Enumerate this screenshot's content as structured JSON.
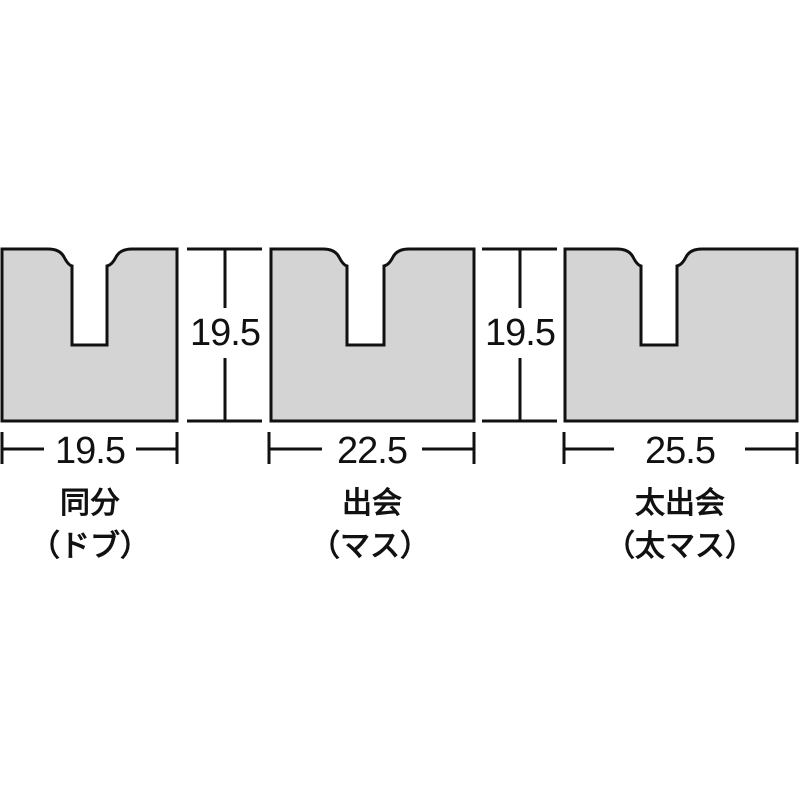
{
  "colors": {
    "fill": "#d4d4d4",
    "stroke": "#111111",
    "background": "#ffffff"
  },
  "blocks": [
    {
      "width_label": "19.5",
      "name": "同分",
      "alias": "（ドブ）"
    },
    {
      "width_label": "22.5",
      "name": "出会",
      "alias": "（マス）"
    },
    {
      "width_label": "25.5",
      "name": "太出会",
      "alias": "（太マス）"
    }
  ],
  "height_dims": [
    {
      "label": "19.5"
    },
    {
      "label": "19.5"
    }
  ]
}
